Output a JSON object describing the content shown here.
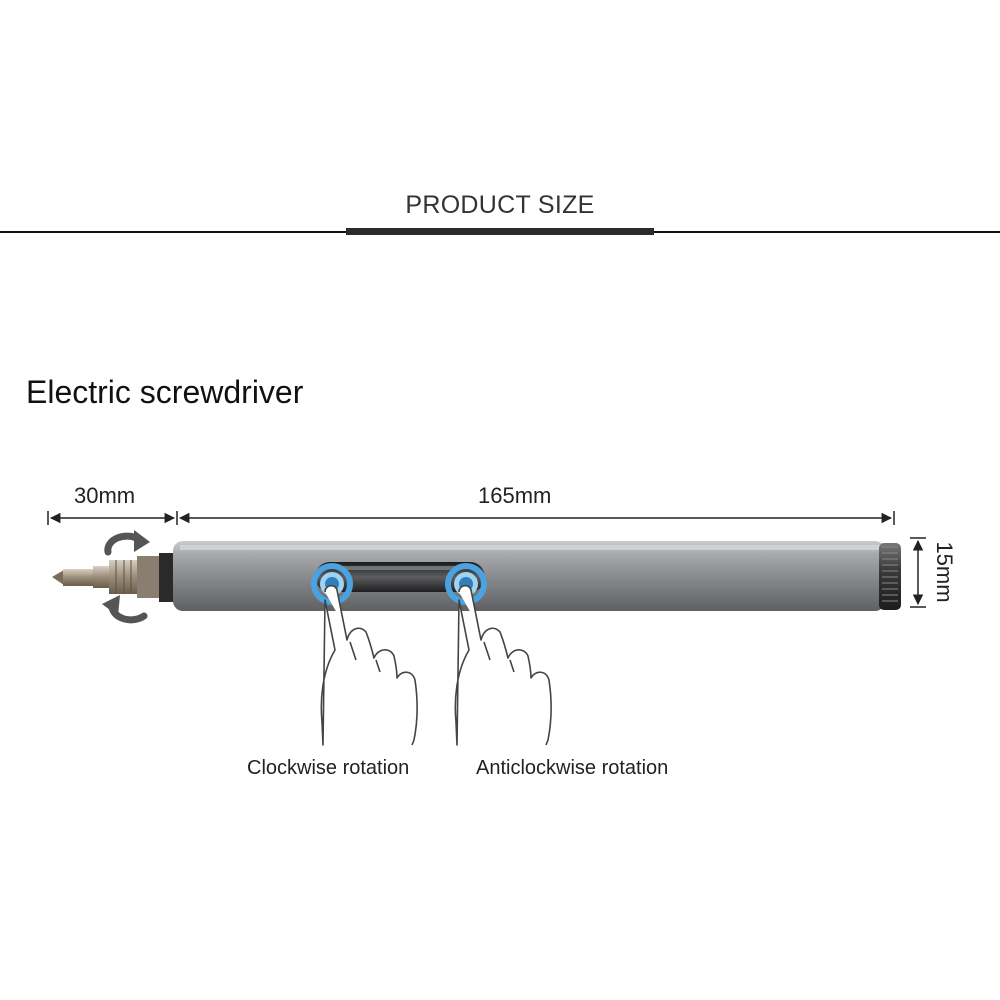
{
  "header": {
    "section_title": "PRODUCT SIZE"
  },
  "product": {
    "name": "Electric screwdriver"
  },
  "dimensions": {
    "bit_length": "30mm",
    "body_length": "165mm",
    "diameter": "15mm"
  },
  "controls": {
    "clockwise_label": "Clockwise rotation",
    "anticlockwise_label": "Anticlockwise rotation"
  },
  "colors": {
    "body": "#8e9094",
    "button_glow": "#4aa3df",
    "rules": "#111111"
  },
  "icons": [
    "rotation-arrows-icon",
    "pointing-hand-icon"
  ]
}
